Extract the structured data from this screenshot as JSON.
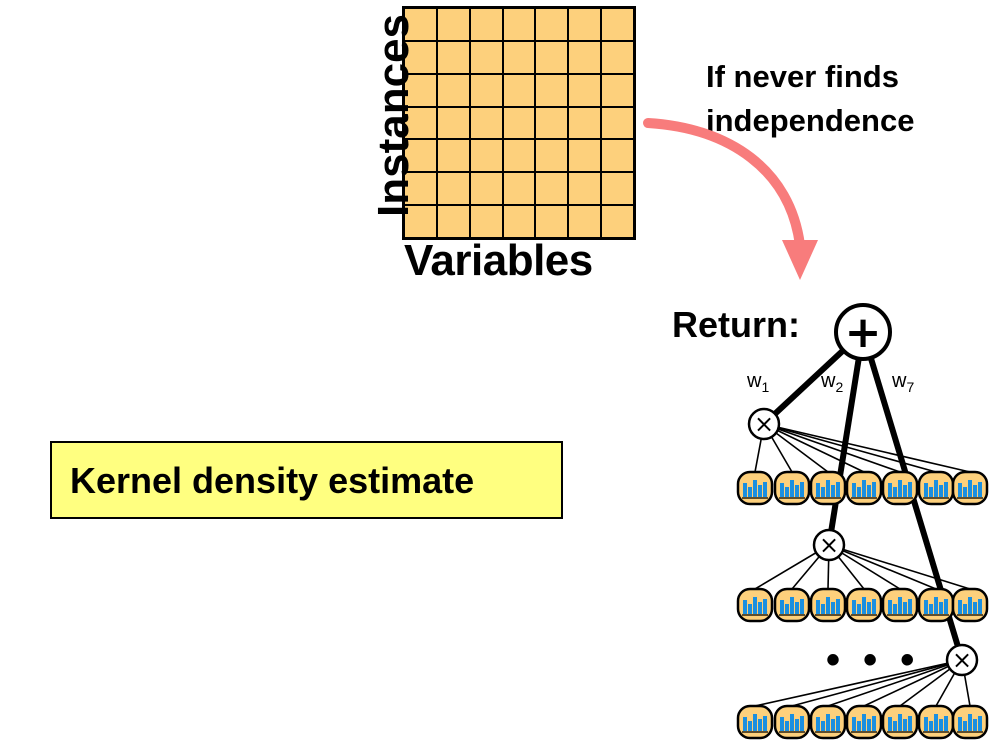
{
  "matrix": {
    "rows": 7,
    "cols": 7,
    "cell_color": "#fdd07c",
    "y_label": "Instances",
    "x_label": "Variables"
  },
  "note": {
    "line1": "If never finds",
    "line2": "independence",
    "arrow_color": "#f87c7c"
  },
  "return_label": "Return:",
  "sum_symbol": "+",
  "product_symbol": "×",
  "weights": [
    {
      "base": "w",
      "sub": "1"
    },
    {
      "base": "w",
      "sub": "2"
    },
    {
      "base": "w",
      "sub": "7"
    }
  ],
  "ellipsis": "• • •",
  "kde_label": "Kernel density estimate",
  "leaf_colors": {
    "fill": "#fdd07c",
    "bar": "#1a8fe0"
  },
  "kde_box_color": "#ffff80"
}
